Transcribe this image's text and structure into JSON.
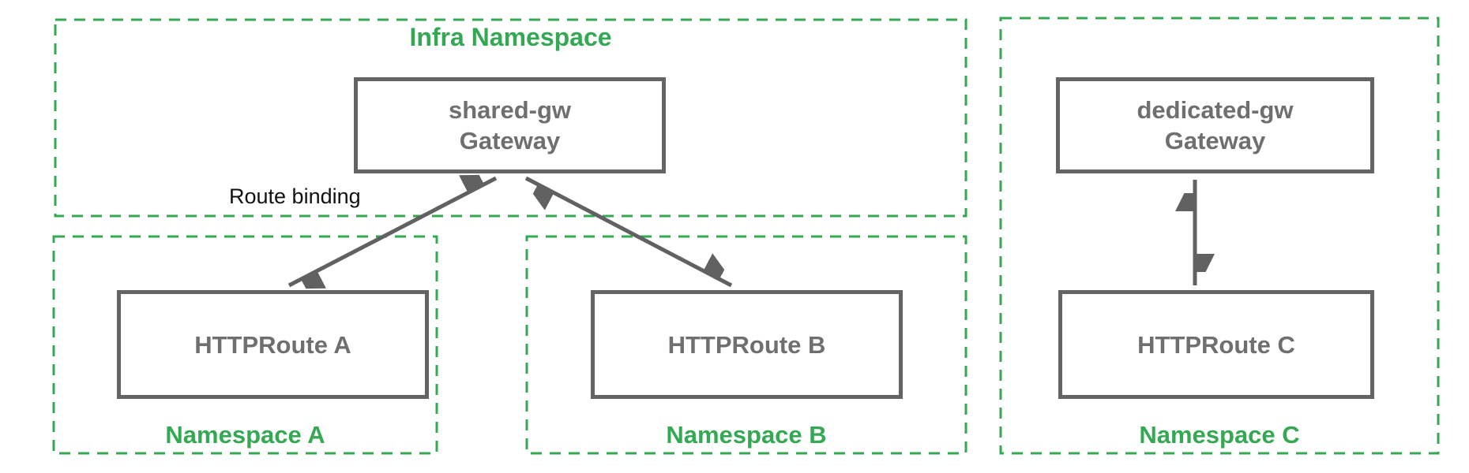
{
  "diagram": {
    "infra_namespace": {
      "label": "Infra Namespace",
      "gateway": {
        "name": "shared-gw",
        "kind": "Gateway"
      }
    },
    "namespace_a": {
      "label": "Namespace A",
      "route": "HTTPRoute A"
    },
    "namespace_b": {
      "label": "Namespace B",
      "route": "HTTPRoute B"
    },
    "namespace_c": {
      "label": "Namespace C",
      "gateway": {
        "name": "dedicated-gw",
        "kind": "Gateway"
      },
      "route": "HTTPRoute C"
    },
    "annotations": {
      "route_binding": "Route binding"
    },
    "colors": {
      "namespace_border_green": "#34a853",
      "namespace_label_green": "#34a853",
      "box_border_gray": "#646464",
      "box_text_gray": "#6f6f6f",
      "connector_gray": "#616161",
      "annotation_black": "#111111",
      "background": "#ffffff"
    }
  }
}
